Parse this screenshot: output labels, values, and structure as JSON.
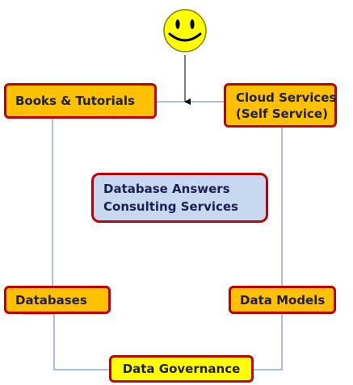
{
  "nodes": {
    "books": "Books & Tutorials",
    "cloud_line1": "Cloud Services",
    "cloud_line2": "(Self Service)",
    "center_line1": "Database Answers",
    "center_line2": "Consulting Services",
    "databases": "Databases",
    "data_models": "Data Models",
    "data_governance": "Data Governance"
  },
  "colors": {
    "node_fill": "#ffc000",
    "node_border": "#c00000",
    "center_fill": "#c6d9f1",
    "governance_fill": "#ffff00",
    "connector": "#4f81bd",
    "text": "#1f1f4f"
  },
  "icons": {
    "top": "smiley-face-icon"
  }
}
